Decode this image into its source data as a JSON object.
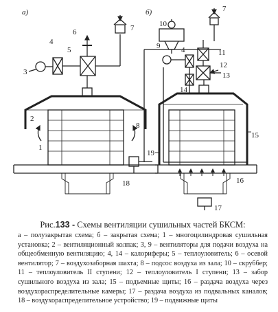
{
  "diagram": {
    "panel_a_label": "а)",
    "panel_b_label": "б)",
    "a_callouts": [
      "2",
      "1",
      "8",
      "3",
      "4",
      "5",
      "6",
      "7",
      "18"
    ],
    "b_callouts": [
      "7",
      "10",
      "9",
      "11",
      "4",
      "12",
      "13",
      "14",
      "15",
      "19",
      "16",
      "17"
    ]
  },
  "caption": {
    "prefix": "Рис.",
    "number": "133 -",
    "title": "Схемы вентиляции сушильных частей БКСМ:",
    "body": "а – полузакрытая схема; б – закрытая схема; 1 – многоцилиндровая сушильная установка; 2 – вентиляционный колпак; 3, 9 – вентиляторы для подачи воздуха на общеобменную вентиляцию; 4, 14 – калориферы; 5 – теплоуловитель; 6 – осевой вентилятор; 7 – воздухозаборная шахта; 8 – подсос воздуха из зала; 10 – скруббер; 11 – теплоуловитель II ступени; 12 – теплоуловитель I ступени; 13 – забор сушильного воздуха из зала; 15 – подъемные щиты; 16 – раздача воздуха через воздухораспределительные камеры; 17 – раздача воздуха из подвальных каналов; 18 – воздухораспределительное устройство; 19 – подвижные щиты"
  }
}
